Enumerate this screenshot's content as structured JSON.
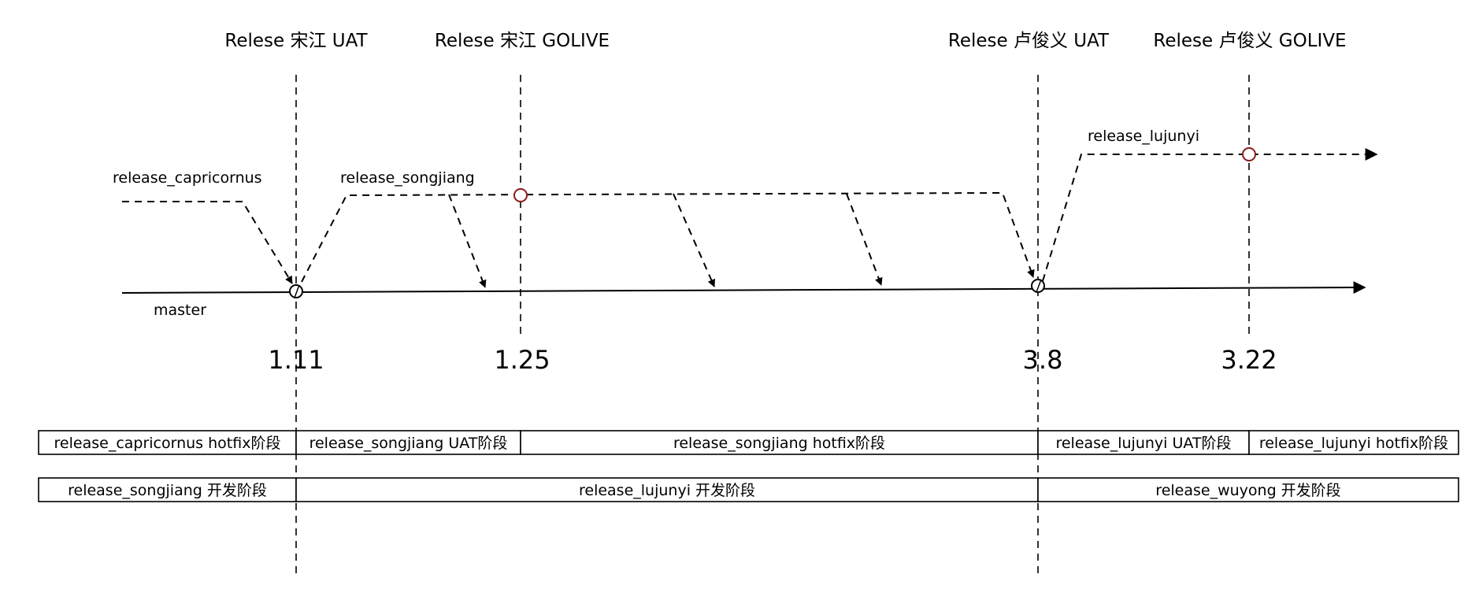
{
  "releases": [
    {
      "title": "Relese 宋江 UAT",
      "date": "1.11"
    },
    {
      "title": "Relese 宋江 GOLIVE",
      "date": "1.25"
    },
    {
      "title": "Relese 卢俊义 UAT",
      "date": "3.8"
    },
    {
      "title": "Relese 卢俊义 GOLIVE",
      "date": "3.22"
    }
  ],
  "branches": {
    "master": "master",
    "capricornus": "release_capricornus",
    "songjiang": "release_songjiang",
    "lujunyi": "release_lujunyi"
  },
  "phase_rows": [
    [
      "release_capricornus hotfix阶段",
      "release_songjiang UAT阶段",
      "release_songjiang hotfix阶段",
      "release_lujunyi UAT阶段",
      "release_lujunyi hotfix阶段"
    ],
    [
      "release_songjiang 开发阶段",
      "release_lujunyi 开发阶段",
      "release_wuyong 开发阶段"
    ]
  ],
  "colors": {
    "line": "#000000",
    "golive_commit": "#8b1a1a",
    "background": "#ffffff"
  }
}
